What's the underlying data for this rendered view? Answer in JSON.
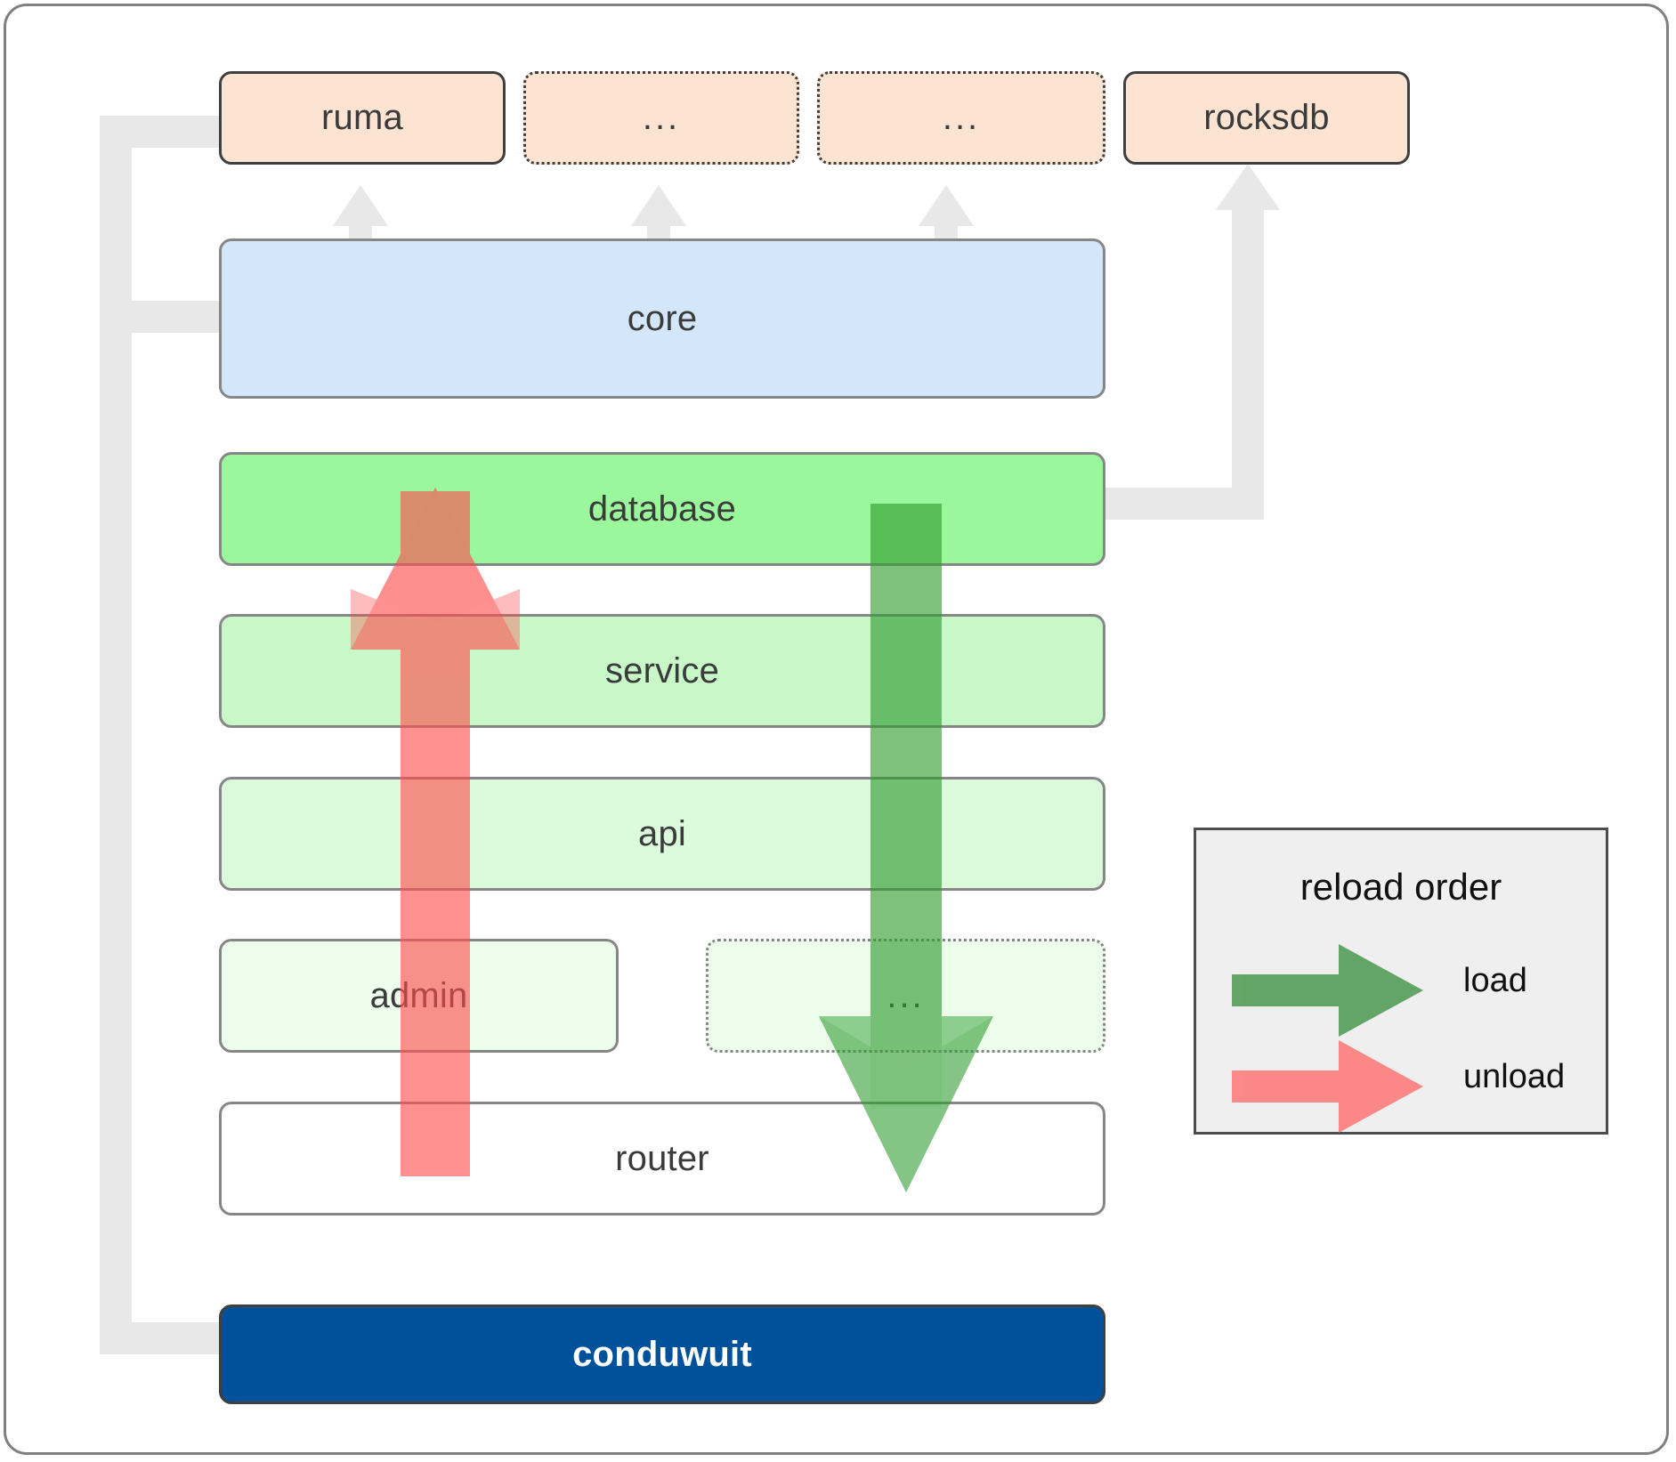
{
  "diagram": {
    "title": "conduwuit crate dependency / reload order diagram",
    "colors": {
      "frame_border": "#808080",
      "dep_fill": "#fde3d1",
      "dep_border": "#3f3f3f",
      "core_fill": "#d4e7fa",
      "database_fill": "#9bf79b",
      "service_fill": "#c8f7c8",
      "api_fill": "#dcfadc",
      "admin_fill": "#ecfdec",
      "router_fill": "#ffffff",
      "conduwuit_fill": "#00519b",
      "conduwuit_text": "#ffffff",
      "box_border_gray": "#868686",
      "wire": "#e8e8e8",
      "load_green": "#4ca64c",
      "unload_red": "#ff6b6b",
      "legend_bg": "#efefef",
      "legend_border": "#4d4d4d"
    },
    "dependencies": [
      {
        "label": "ruma",
        "style": "solid"
      },
      {
        "label": "...",
        "style": "dotted"
      },
      {
        "label": "...",
        "style": "dotted"
      },
      {
        "label": "rocksdb",
        "style": "solid"
      }
    ],
    "stack": [
      {
        "label": "core",
        "style": "gray"
      },
      {
        "label": "database",
        "style": "gray"
      },
      {
        "label": "service",
        "style": "gray"
      },
      {
        "label": "api",
        "style": "gray"
      },
      {
        "label": "admin",
        "style": "gray"
      },
      {
        "label": "...",
        "style": "dotgray"
      },
      {
        "label": "router",
        "style": "gray"
      }
    ],
    "binary": {
      "label": "conduwuit"
    }
  },
  "legend": {
    "title": "reload order",
    "items": [
      {
        "label": "load",
        "color": "#4ca64c"
      },
      {
        "label": "unload",
        "color": "#ff6b6b"
      }
    ]
  }
}
